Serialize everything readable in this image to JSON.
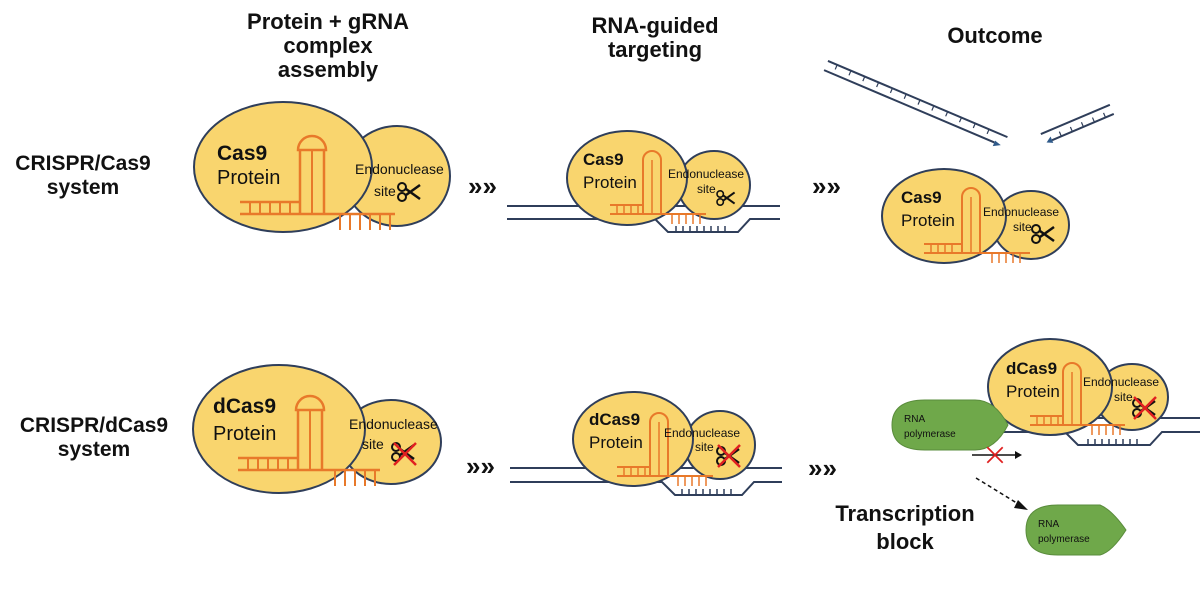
{
  "headers": {
    "col1": [
      "Protein + gRNA",
      "complex",
      "assembly"
    ],
    "col2": [
      "RNA-guided",
      "targeting"
    ],
    "col3": "Outcome"
  },
  "rows": {
    "cas9": [
      "CRISPR/Cas9",
      "system"
    ],
    "dcas9": [
      "CRISPR/dCas9",
      "system"
    ]
  },
  "complex": {
    "cas9_name": "Cas9",
    "dcas9_name": "dCas9",
    "protein": "Protein",
    "endo_1": "Endonuclease",
    "endo_2": "site"
  },
  "polymerase": [
    "RNA",
    "polymerase"
  ],
  "transcription_block": [
    "Transcription",
    "block"
  ],
  "arrow_glyph": "»»",
  "colors": {
    "protein_fill": "#F9D56E",
    "outline": "#2F3E5A",
    "rna": "#E8792A",
    "dna": "#2F3E5A",
    "polymerase": "#6FA84A",
    "block_x": "#E02020"
  },
  "icons": [
    "scissors-icon",
    "red-x-icon",
    "arrow-icon"
  ]
}
